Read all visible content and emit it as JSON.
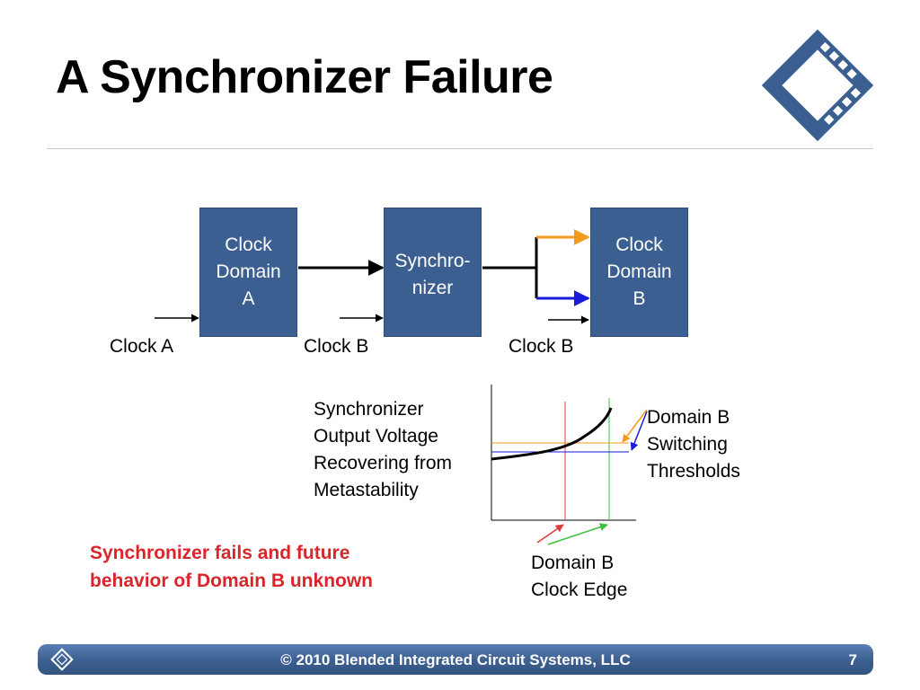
{
  "slide": {
    "title": "A Synchronizer Failure"
  },
  "blocks": {
    "domain_a": [
      "Clock",
      "Domain",
      "A"
    ],
    "synchronizer": [
      "Synchro-",
      "nizer"
    ],
    "domain_b": [
      "Clock",
      "Domain",
      "B"
    ]
  },
  "clock_labels": {
    "clock_a": "Clock A",
    "clock_b_sync": "Clock B",
    "clock_b_domain": "Clock B"
  },
  "waveform_labels": {
    "output_voltage": [
      "Synchronizer",
      "Output Voltage",
      "Recovering from",
      "Metastability"
    ],
    "thresholds": [
      "Domain B",
      "Switching",
      "Thresholds"
    ],
    "clock_edge": [
      "Domain B",
      "Clock Edge"
    ]
  },
  "note": [
    "Synchronizer fails and future",
    "behavior of Domain B unknown"
  ],
  "footer": {
    "copyright": "© 2010 Blended Integrated Circuit Systems, LLC",
    "page_number": "7"
  },
  "colors": {
    "block_fill": "#3c5f91",
    "orange_line": "#f29a1d",
    "blue_line": "#1a1adc",
    "red_line": "#e03a3a",
    "green_line": "#3fbf3f",
    "note_red": "#d9262a"
  },
  "icons": [
    "film-diamond-logo-icon",
    "footer-logo-icon"
  ]
}
